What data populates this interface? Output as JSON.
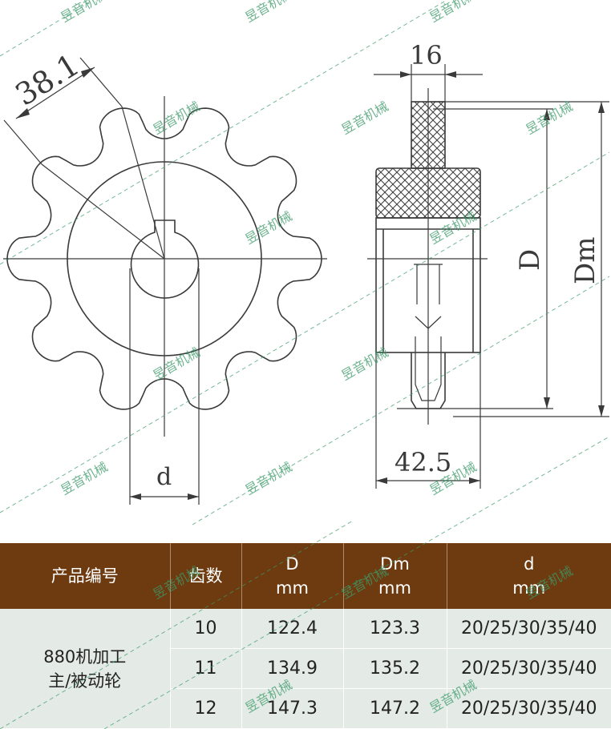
{
  "drawing": {
    "dim_pitch": "38.1",
    "dim_width_top": "16",
    "dim_hub_width": "42.5",
    "dim_bore": "d",
    "label_D": "D",
    "label_Dm": "Dm"
  },
  "watermark": "昱音机械",
  "table": {
    "headers": [
      {
        "line1": "产品编号",
        "line2": ""
      },
      {
        "line1": "齿数",
        "line2": ""
      },
      {
        "line1": "D",
        "line2": "mm"
      },
      {
        "line1": "Dm",
        "line2": "mm"
      },
      {
        "line1": "d",
        "line2": "mm"
      }
    ],
    "product": {
      "line1": "880机加工",
      "line2": "主/被动轮"
    },
    "rows": [
      {
        "teeth": "10",
        "D": "122.4",
        "Dm": "123.3",
        "d": "20/25/30/35/40"
      },
      {
        "teeth": "11",
        "D": "134.9",
        "Dm": "135.2",
        "d": "20/25/30/35/40"
      },
      {
        "teeth": "12",
        "D": "147.3",
        "Dm": "147.2",
        "d": "20/25/30/35/40"
      }
    ]
  },
  "colors": {
    "header_bg": "#6e3a0f",
    "body_bg": "#e4ebe6",
    "line": "#3a3a3a",
    "watermark": "#3d9a6a"
  }
}
